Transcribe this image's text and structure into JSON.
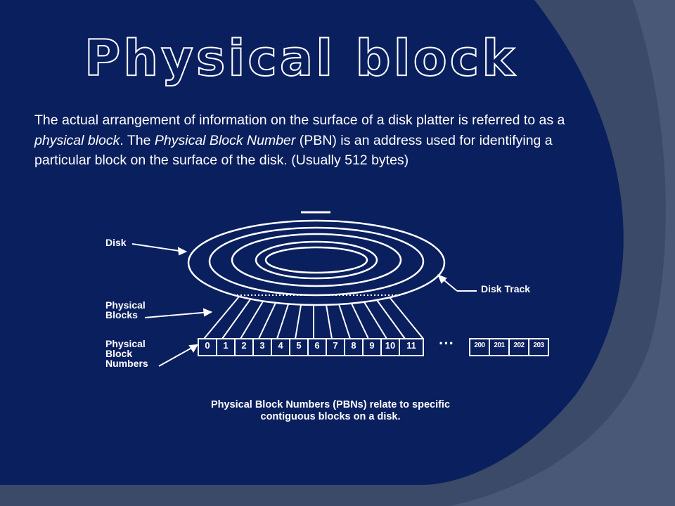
{
  "slide": {
    "title": "Physical block",
    "body_part1": "The actual arrangement of information on the surface of a disk platter is referred to as a ",
    "body_italic1": "physical block",
    "body_part2": ". The ",
    "body_italic2": "Physical Block Number",
    "body_part3": " (PBN) is an address used for identifying a particular block on the surface of the disk. (Usually 512 bytes)"
  },
  "diagram": {
    "label_disk": "Disk",
    "label_disk_track": "Disk Track",
    "label_physical_blocks": "Physical\nBlocks",
    "label_physical_block_numbers": "Physical\nBlock\nNumbers",
    "block_numbers": [
      "0",
      "1",
      "2",
      "3",
      "4",
      "5",
      "6",
      "7",
      "8",
      "9",
      "10",
      "11"
    ],
    "ellipsis": "···",
    "tail_block_numbers": [
      "200",
      "201",
      "202",
      "203"
    ],
    "caption": "Physical Block Numbers (PBNs) relate to specific\ncontiguous blocks on a disk."
  },
  "colors": {
    "slide_background": "#0a1f5e",
    "outer_background": "#3b4a68",
    "text": "#ffffff"
  }
}
